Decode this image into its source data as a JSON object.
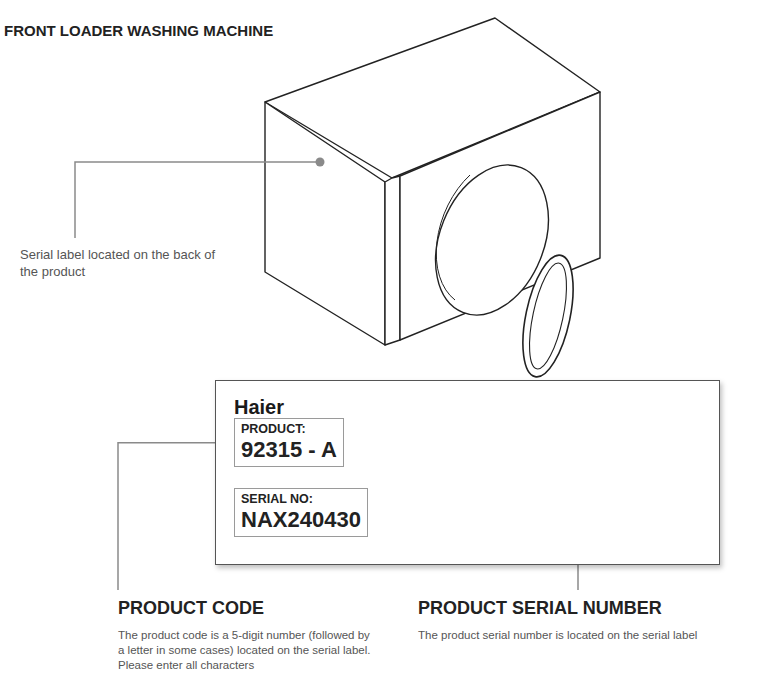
{
  "diagram": {
    "title": "FRONT LOADER WASHING MACHINE",
    "nodes": [
      {
        "text": [
          "Haier"
        ]
      },
      {
        "text": [
          "PRODUCT:",
          "92315 - A"
        ],
        "in": 0
      },
      {
        "text": [
          "SERIAL NO:",
          "NAX240430"
        ],
        "in": 0
      }
    ],
    "labels": [
      "Serial label located on the back of the product",
      "PRODUCT CODE",
      "The product code is a 5-digit number (followed by a letter in some cases) located on the serial label. Please enter all characters",
      "PRODUCT SERIAL NUMBER",
      "The product serial number is located on the serial label"
    ]
  }
}
